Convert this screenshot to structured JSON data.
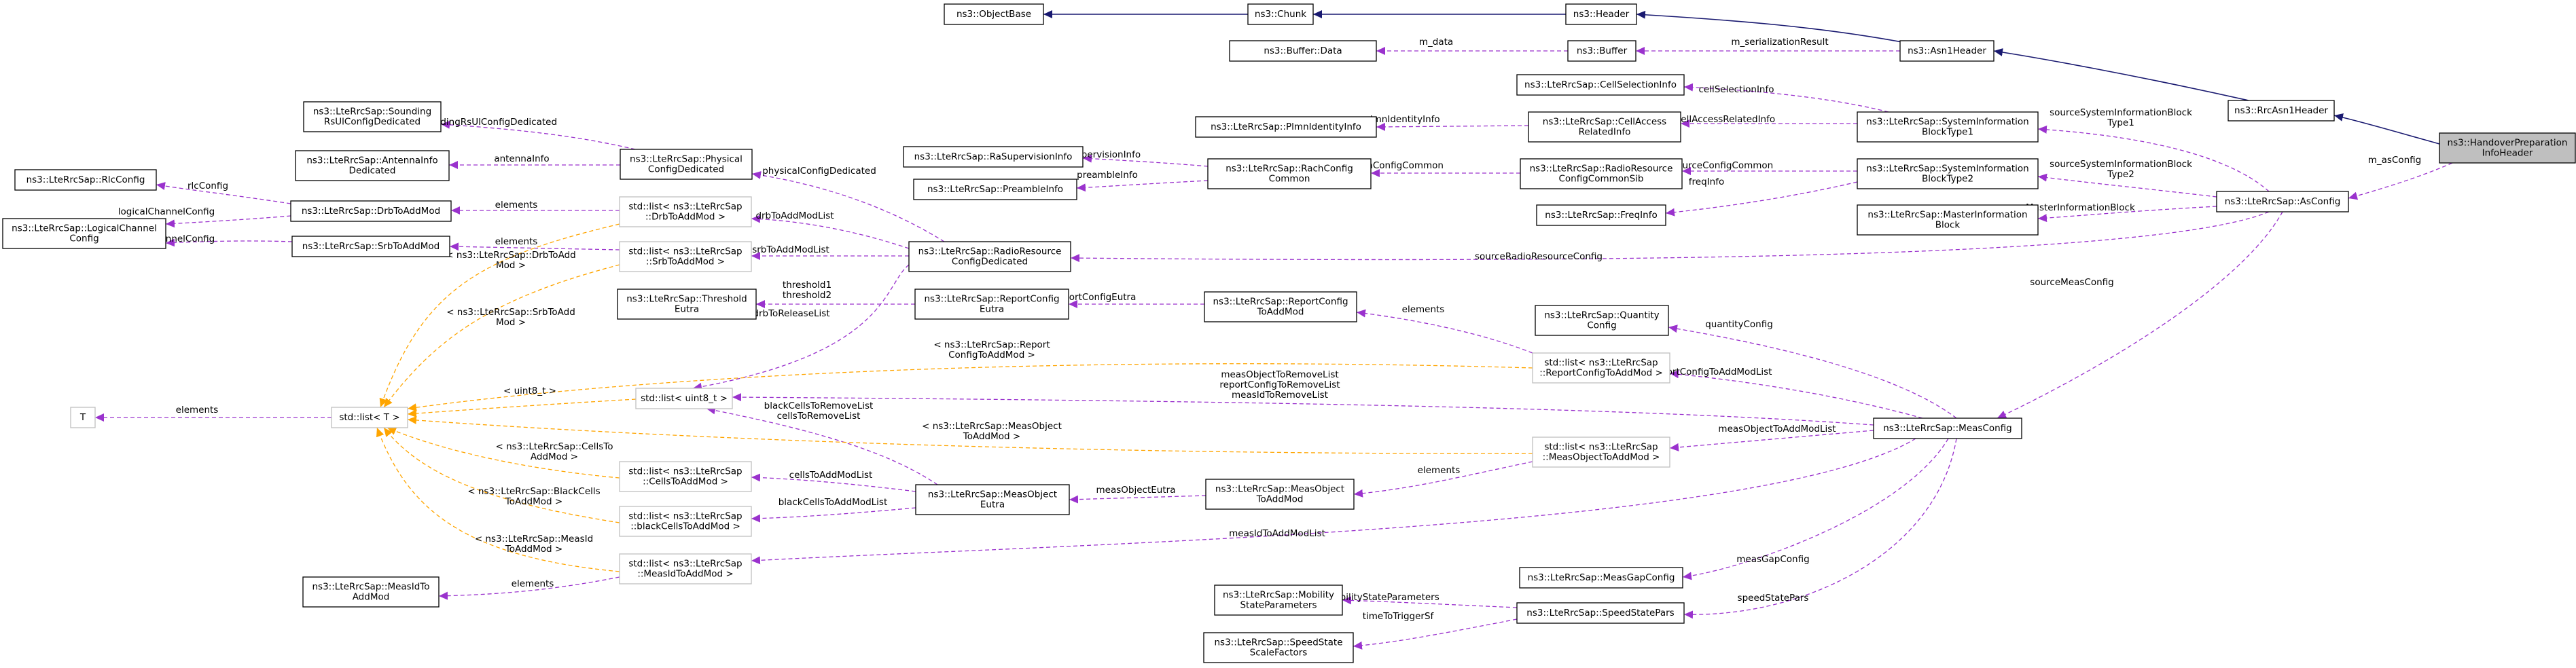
{
  "colors": {
    "inheritance": "#191970",
    "usage": "#9a32cd",
    "template": "#ffa500",
    "focus_fill": "#bfbfbf",
    "node_border": "#000000",
    "template_border": "#bfbfbf"
  },
  "nodes": [
    {
      "id": "objectbase",
      "lines": [
        "ns3::ObjectBase"
      ]
    },
    {
      "id": "chunk",
      "lines": [
        "ns3::Chunk"
      ]
    },
    {
      "id": "header",
      "lines": [
        "ns3::Header"
      ]
    },
    {
      "id": "buffer",
      "lines": [
        "ns3::Buffer"
      ]
    },
    {
      "id": "bufferdata",
      "lines": [
        "ns3::Buffer::Data"
      ]
    },
    {
      "id": "asn1",
      "lines": [
        "ns3::Asn1Header"
      ]
    },
    {
      "id": "rrcasn1",
      "lines": [
        "ns3::RrcAsn1Header"
      ]
    },
    {
      "id": "hoprep",
      "lines": [
        "ns3::HandoverPreparation",
        "InfoHeader"
      ],
      "focus": true
    },
    {
      "id": "asconfig",
      "lines": [
        "ns3::LteRrcSap::AsConfig"
      ]
    },
    {
      "id": "cellsel",
      "lines": [
        "ns3::LteRrcSap::CellSelectionInfo"
      ]
    },
    {
      "id": "cellacc",
      "lines": [
        "ns3::LteRrcSap::CellAccess",
        "RelatedInfo"
      ]
    },
    {
      "id": "plmn",
      "lines": [
        "ns3::LteRrcSap::PlmnIdentityInfo"
      ]
    },
    {
      "id": "sib1",
      "lines": [
        "ns3::LteRrcSap::SystemInformation",
        "BlockType1"
      ]
    },
    {
      "id": "sib2",
      "lines": [
        "ns3::LteRrcSap::SystemInformation",
        "BlockType2"
      ]
    },
    {
      "id": "mib",
      "lines": [
        "ns3::LteRrcSap::MasterInformation",
        "Block"
      ]
    },
    {
      "id": "rrccommonsib",
      "lines": [
        "ns3::LteRrcSap::RadioResource",
        "ConfigCommonSib"
      ]
    },
    {
      "id": "freqinfo",
      "lines": [
        "ns3::LteRrcSap::FreqInfo"
      ]
    },
    {
      "id": "rachcfg",
      "lines": [
        "ns3::LteRrcSap::RachConfig",
        "Common"
      ]
    },
    {
      "id": "rasup",
      "lines": [
        "ns3::LteRrcSap::RaSupervisionInfo"
      ]
    },
    {
      "id": "preamble",
      "lines": [
        "ns3::LteRrcSap::PreambleInfo"
      ]
    },
    {
      "id": "rrcded",
      "lines": [
        "ns3::LteRrcSap::RadioResource",
        "ConfigDedicated"
      ]
    },
    {
      "id": "physded",
      "lines": [
        "ns3::LteRrcSap::Physical",
        "ConfigDedicated"
      ]
    },
    {
      "id": "srs",
      "lines": [
        "ns3::LteRrcSap::Sounding",
        "RsUlConfigDedicated"
      ]
    },
    {
      "id": "antenna",
      "lines": [
        "ns3::LteRrcSap::AntennaInfo",
        "Dedicated"
      ]
    },
    {
      "id": "rlccfg",
      "lines": [
        "ns3::LteRrcSap::RlcConfig"
      ]
    },
    {
      "id": "logch",
      "lines": [
        "ns3::LteRrcSap::LogicalChannel",
        "Config"
      ]
    },
    {
      "id": "drb",
      "lines": [
        "ns3::LteRrcSap::DrbToAddMod"
      ]
    },
    {
      "id": "srb",
      "lines": [
        "ns3::LteRrcSap::SrbToAddMod"
      ]
    },
    {
      "id": "listdrb",
      "lines": [
        "std::list< ns3::LteRrcSap",
        "::DrbToAddMod >"
      ],
      "template": true
    },
    {
      "id": "listsrb",
      "lines": [
        "std::list< ns3::LteRrcSap",
        "::SrbToAddMod >"
      ],
      "template": true
    },
    {
      "id": "threshold",
      "lines": [
        "ns3::LteRrcSap::Threshold",
        "Eutra"
      ]
    },
    {
      "id": "repeutra",
      "lines": [
        "ns3::LteRrcSap::ReportConfig",
        "Eutra"
      ]
    },
    {
      "id": "repadd",
      "lines": [
        "ns3::LteRrcSap::ReportConfig",
        "ToAddMod"
      ]
    },
    {
      "id": "quantity",
      "lines": [
        "ns3::LteRrcSap::Quantity",
        "Config"
      ]
    },
    {
      "id": "listrep",
      "lines": [
        "std::list< ns3::LteRrcSap",
        "::ReportConfigToAddMod >"
      ],
      "template": true
    },
    {
      "id": "listuint",
      "lines": [
        "std::list< uint8_t >"
      ],
      "template": true
    },
    {
      "id": "stdlist",
      "lines": [
        "std::list< T >"
      ],
      "template": true
    },
    {
      "id": "T",
      "lines": [
        "T"
      ],
      "template": true
    },
    {
      "id": "measconfig",
      "lines": [
        "ns3::LteRrcSap::MeasConfig"
      ]
    },
    {
      "id": "listmeasobj",
      "lines": [
        "std::list< ns3::LteRrcSap",
        "::MeasObjectToAddMod >"
      ],
      "template": true
    },
    {
      "id": "listcells",
      "lines": [
        "std::list< ns3::LteRrcSap",
        "::CellsToAddMod >"
      ],
      "template": true
    },
    {
      "id": "listblack",
      "lines": [
        "std::list< ns3::LteRrcSap",
        "::blackCellsToAddMod >"
      ],
      "template": true
    },
    {
      "id": "listmeasid",
      "lines": [
        "std::list< ns3::LteRrcSap",
        "::MeasIdToAddMod >"
      ],
      "template": true
    },
    {
      "id": "measideutra",
      "lines": [
        "ns3::LteRrcSap::MeasObject",
        "Eutra"
      ]
    },
    {
      "id": "measobjadd",
      "lines": [
        "ns3::LteRrcSap::MeasObject",
        "ToAddMod"
      ]
    },
    {
      "id": "measidadd",
      "lines": [
        "ns3::LteRrcSap::MeasIdTo",
        "AddMod"
      ]
    },
    {
      "id": "measgap",
      "lines": [
        "ns3::LteRrcSap::MeasGapConfig"
      ]
    },
    {
      "id": "mobility",
      "lines": [
        "ns3::LteRrcSap::Mobility",
        "StateParameters"
      ]
    },
    {
      "id": "speedpars",
      "lines": [
        "ns3::LteRrcSap::SpeedStatePars"
      ]
    },
    {
      "id": "speedfac",
      "lines": [
        "ns3::LteRrcSap::SpeedState",
        "ScaleFactors"
      ]
    }
  ],
  "edges": [
    {
      "from": "chunk",
      "to": "objectbase",
      "kind": "inheritance",
      "label": []
    },
    {
      "from": "header",
      "to": "chunk",
      "kind": "inheritance",
      "label": []
    },
    {
      "from": "asn1",
      "to": "header",
      "kind": "inheritance",
      "label": []
    },
    {
      "from": "rrcasn1",
      "to": "asn1",
      "kind": "inheritance",
      "label": []
    },
    {
      "from": "hoprep",
      "to": "rrcasn1",
      "kind": "inheritance",
      "label": []
    },
    {
      "from": "buffer",
      "to": "bufferdata",
      "kind": "usage",
      "label": [
        "m_data"
      ]
    },
    {
      "from": "asn1",
      "to": "buffer",
      "kind": "usage",
      "label": [
        "m_serializationResult"
      ]
    },
    {
      "from": "hoprep",
      "to": "asconfig",
      "kind": "usage",
      "label": [
        "m_asConfig"
      ]
    },
    {
      "from": "asconfig",
      "to": "sib1",
      "kind": "usage",
      "label": [
        "sourceSystemInformationBlock",
        "Type1"
      ]
    },
    {
      "from": "asconfig",
      "to": "sib2",
      "kind": "usage",
      "label": [
        "sourceSystemInformationBlock",
        "Type2"
      ]
    },
    {
      "from": "asconfig",
      "to": "mib",
      "kind": "usage",
      "label": [
        "sourceMasterInformationBlock"
      ]
    },
    {
      "from": "asconfig",
      "to": "rrcded",
      "kind": "usage",
      "label": [
        "sourceRadioResourceConfig"
      ]
    },
    {
      "from": "asconfig",
      "to": "measconfig",
      "kind": "usage",
      "label": [
        "sourceMeasConfig"
      ]
    },
    {
      "from": "sib1",
      "to": "cellsel",
      "kind": "usage",
      "label": [
        "cellSelectionInfo"
      ]
    },
    {
      "from": "sib1",
      "to": "cellacc",
      "kind": "usage",
      "label": [
        "cellAccessRelatedInfo"
      ]
    },
    {
      "from": "cellacc",
      "to": "plmn",
      "kind": "usage",
      "label": [
        "plmnIdentityInfo"
      ]
    },
    {
      "from": "sib2",
      "to": "rrccommonsib",
      "kind": "usage",
      "label": [
        "radioResourceConfigCommon"
      ]
    },
    {
      "from": "sib2",
      "to": "freqinfo",
      "kind": "usage",
      "label": [
        "freqInfo"
      ]
    },
    {
      "from": "rrccommonsib",
      "to": "rachcfg",
      "kind": "usage",
      "label": [
        "rachConfigCommon"
      ]
    },
    {
      "from": "rachcfg",
      "to": "rasup",
      "kind": "usage",
      "label": [
        "raSupervisionInfo"
      ]
    },
    {
      "from": "rachcfg",
      "to": "preamble",
      "kind": "usage",
      "label": [
        "preambleInfo"
      ]
    },
    {
      "from": "rrcded",
      "to": "physded",
      "kind": "usage",
      "label": [
        "physicalConfigDedicated"
      ]
    },
    {
      "from": "rrcded",
      "to": "listdrb",
      "kind": "usage",
      "label": [
        "drbToAddModList"
      ]
    },
    {
      "from": "rrcded",
      "to": "listsrb",
      "kind": "usage",
      "label": [
        "srbToAddModList"
      ]
    },
    {
      "from": "rrcded",
      "to": "listuint",
      "kind": "usage",
      "label": [
        "drbToReleaseList"
      ]
    },
    {
      "from": "physded",
      "to": "srs",
      "kind": "usage",
      "label": [
        "soundingRsUlConfigDedicated"
      ]
    },
    {
      "from": "physded",
      "to": "antenna",
      "kind": "usage",
      "label": [
        "antennaInfo"
      ]
    },
    {
      "from": "listdrb",
      "to": "drb",
      "kind": "usage",
      "label": [
        "elements"
      ]
    },
    {
      "from": "listsrb",
      "to": "srb",
      "kind": "usage",
      "label": [
        "elements"
      ]
    },
    {
      "from": "drb",
      "to": "rlccfg",
      "kind": "usage",
      "label": [
        "rlcConfig"
      ]
    },
    {
      "from": "drb",
      "to": "logch",
      "kind": "usage",
      "label": [
        "logicalChannelConfig"
      ]
    },
    {
      "from": "srb",
      "to": "logch",
      "kind": "usage",
      "label": [
        "logicalChannelConfig"
      ]
    },
    {
      "from": "repeutra",
      "to": "threshold",
      "kind": "usage",
      "label": [
        "threshold1",
        "threshold2"
      ]
    },
    {
      "from": "repadd",
      "to": "repeutra",
      "kind": "usage",
      "label": [
        "reportConfigEutra"
      ]
    },
    {
      "from": "listrep",
      "to": "repadd",
      "kind": "usage",
      "label": [
        "elements"
      ]
    },
    {
      "from": "measconfig",
      "to": "quantity",
      "kind": "usage",
      "label": [
        "quantityConfig"
      ]
    },
    {
      "from": "measconfig",
      "to": "listrep",
      "kind": "usage",
      "label": [
        "reportConfigToAddModList"
      ]
    },
    {
      "from": "measconfig",
      "to": "listuint",
      "kind": "usage",
      "label": [
        "measObjectToRemoveList",
        "reportConfigToRemoveList",
        "measIdToRemoveList"
      ]
    },
    {
      "from": "measconfig",
      "to": "listmeasobj",
      "kind": "usage",
      "label": [
        "measObjectToAddModList"
      ]
    },
    {
      "from": "measconfig",
      "to": "listmeasid",
      "kind": "usage",
      "label": [
        "measIdToAddModList"
      ]
    },
    {
      "from": "measconfig",
      "to": "measgap",
      "kind": "usage",
      "label": [
        "measGapConfig"
      ]
    },
    {
      "from": "measconfig",
      "to": "speedpars",
      "kind": "usage",
      "label": [
        "speedStatePars"
      ]
    },
    {
      "from": "listmeasobj",
      "to": "measobjadd",
      "kind": "usage",
      "label": [
        "elements"
      ]
    },
    {
      "from": "measobjadd",
      "to": "measideutra",
      "kind": "usage",
      "label": [
        "measObjectEutra"
      ]
    },
    {
      "from": "measideutra",
      "to": "listuint",
      "kind": "usage",
      "label": [
        "blackCellsToRemoveList",
        "cellsToRemoveList"
      ]
    },
    {
      "from": "measideutra",
      "to": "listcells",
      "kind": "usage",
      "label": [
        "cellsToAddModList"
      ]
    },
    {
      "from": "measideutra",
      "to": "listblack",
      "kind": "usage",
      "label": [
        "blackCellsToAddModList"
      ]
    },
    {
      "from": "listmeasid",
      "to": "measidadd",
      "kind": "usage",
      "label": [
        "elements"
      ]
    },
    {
      "from": "speedpars",
      "to": "mobility",
      "kind": "usage",
      "label": [
        "mobilityStateParameters"
      ]
    },
    {
      "from": "speedpars",
      "to": "speedfac",
      "kind": "usage",
      "label": [
        "timeToTriggerSf"
      ]
    },
    {
      "from": "stdlist",
      "to": "T",
      "kind": "usage",
      "label": [
        "elements"
      ]
    },
    {
      "from": "listdrb",
      "to": "stdlist",
      "kind": "template",
      "label": [
        "< ns3::LteRrcSap::DrbToAdd",
        "Mod >"
      ]
    },
    {
      "from": "listsrb",
      "to": "stdlist",
      "kind": "template",
      "label": [
        "< ns3::LteRrcSap::SrbToAdd",
        "Mod >"
      ]
    },
    {
      "from": "listrep",
      "to": "stdlist",
      "kind": "template",
      "label": [
        "< ns3::LteRrcSap::Report",
        "ConfigToAddMod >"
      ]
    },
    {
      "from": "listuint",
      "to": "stdlist",
      "kind": "template",
      "label": [
        "< uint8_t >"
      ]
    },
    {
      "from": "listmeasobj",
      "to": "stdlist",
      "kind": "template",
      "label": [
        "< ns3::LteRrcSap::MeasObject",
        "ToAddMod >"
      ]
    },
    {
      "from": "listcells",
      "to": "stdlist",
      "kind": "template",
      "label": [
        "< ns3::LteRrcSap::CellsTo",
        "AddMod >"
      ]
    },
    {
      "from": "listblack",
      "to": "stdlist",
      "kind": "template",
      "label": [
        "< ns3::LteRrcSap::BlackCells",
        "ToAddMod >"
      ]
    },
    {
      "from": "listmeasid",
      "to": "stdlist",
      "kind": "template",
      "label": [
        "< ns3::LteRrcSap::MeasId",
        "ToAddMod >"
      ]
    }
  ]
}
